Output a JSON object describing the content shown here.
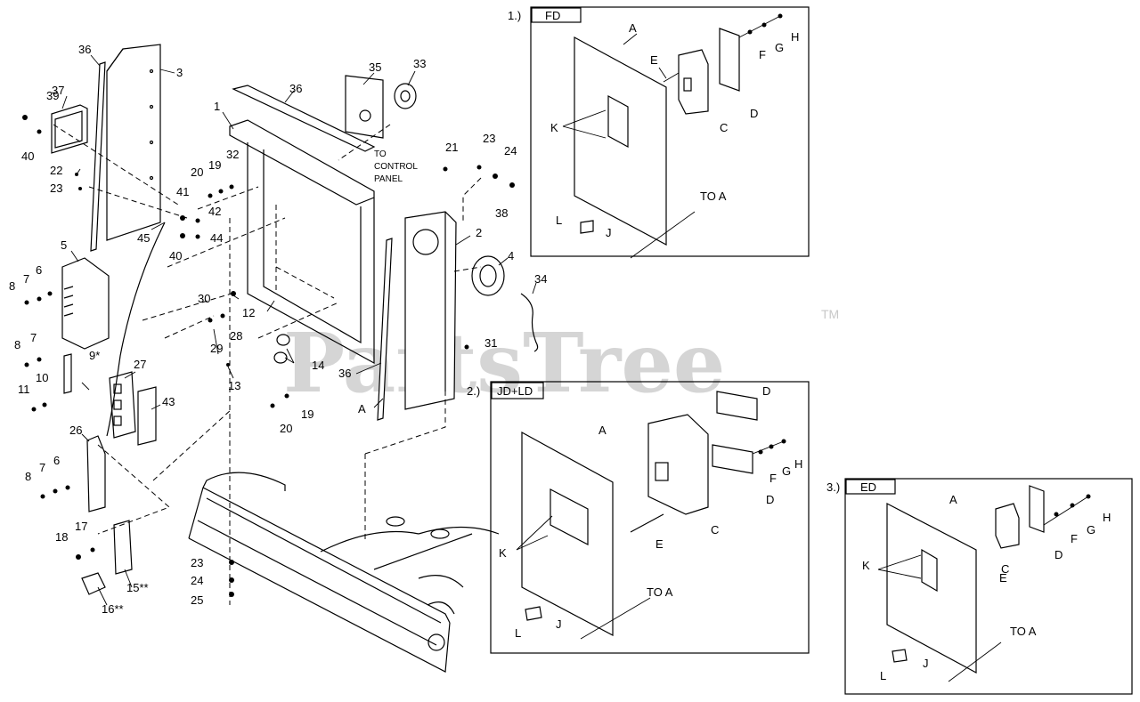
{
  "watermark": {
    "text": "PartsTree",
    "tm": "TM"
  },
  "main_callouts": {
    "c1": "1",
    "c2": "2",
    "c3": "3",
    "c4": "4",
    "c5": "5",
    "c6a": "6",
    "c6b": "6",
    "c7a": "7",
    "c7b": "7",
    "c7c": "7",
    "c8a": "8",
    "c8b": "8",
    "c8c": "8",
    "c9": "9*",
    "c10": "10",
    "c11": "11",
    "c12": "12",
    "c13": "13",
    "c14": "14",
    "c15": "15**",
    "c16": "16**",
    "c17": "17",
    "c18": "18",
    "c19a": "19",
    "c19b": "19",
    "c20a": "20",
    "c20b": "20",
    "c21": "21",
    "c22": "22",
    "c23a": "23",
    "c23b": "23",
    "c23c": "23",
    "c24a": "24",
    "c24b": "24",
    "c25": "25",
    "c26": "26",
    "c27": "27",
    "c28": "28",
    "c29": "29",
    "c30": "30",
    "c31": "31",
    "c32": "32",
    "c33": "33",
    "c34": "34",
    "c35": "35",
    "c36a": "36",
    "c36b": "36",
    "c36c": "36",
    "c37": "37",
    "c38": "38",
    "c39": "39",
    "c40a": "40",
    "c40b": "40",
    "c41": "41",
    "c42": "42",
    "c43": "43",
    "c44": "44",
    "c45": "45",
    "cA": "A",
    "to_control_1": "TO",
    "to_control_2": "CONTROL",
    "to_control_3": "PANEL"
  },
  "inset_fd": {
    "number": "1.)",
    "title": "FD",
    "A": "A",
    "C": "C",
    "D": "D",
    "E": "E",
    "F": "F",
    "G": "G",
    "H": "H",
    "J": "J",
    "K": "K",
    "L": "L",
    "to_a": "TO A"
  },
  "inset_jdld": {
    "number": "2.)",
    "title": "JD+LD",
    "A": "A",
    "C": "C",
    "D1": "D",
    "D2": "D",
    "E": "E",
    "F": "F",
    "G": "G",
    "H": "H",
    "J": "J",
    "K": "K",
    "L": "L",
    "to_a": "TO A"
  },
  "inset_ed": {
    "number": "3.)",
    "title": "ED",
    "A": "A",
    "C": "C",
    "D": "D",
    "E": "E",
    "F": "F",
    "G": "G",
    "H": "H",
    "J": "J",
    "K": "K",
    "L": "L",
    "to_a": "TO A"
  }
}
